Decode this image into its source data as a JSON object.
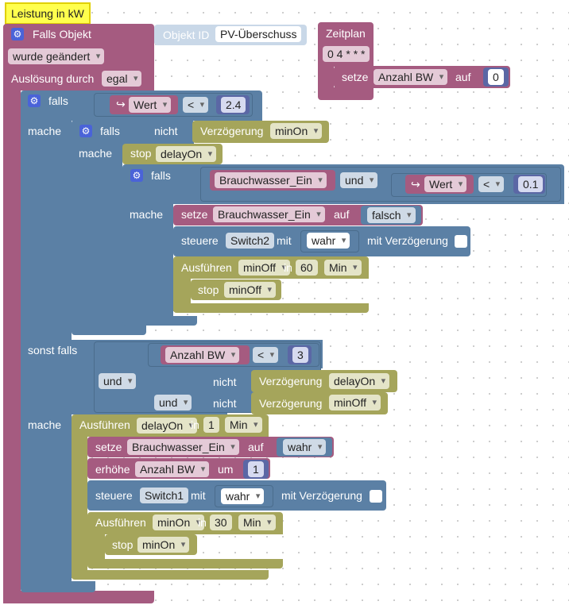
{
  "comment": "Leistung in kW",
  "main": {
    "falls_objekt": "Falls Objekt",
    "objekt_id_label": "Objekt ID",
    "objekt_id_value": "PV-Überschuss",
    "wurde_geaendert": "wurde geändert",
    "ausloesung_durch": "Auslösung durch",
    "egal": "egal"
  },
  "zeitplan": {
    "label": "Zeitplan",
    "cron": "0 4 * * *",
    "setze": "setze",
    "var": "Anzahl BW",
    "auf": "auf",
    "value": "0"
  },
  "if1": {
    "falls": "falls",
    "mache": "mache",
    "wert": "Wert",
    "op": "<",
    "value": "2.4",
    "sonst_falls": "sonst falls"
  },
  "inner1": {
    "falls": "falls",
    "nicht": "nicht",
    "verzoegerung": "Verzögerung",
    "timer": "minOn",
    "mache": "mache",
    "stop": "stop",
    "stop_timer": "delayOn"
  },
  "inner2": {
    "falls": "falls",
    "mache": "mache",
    "var": "Brauchwasser_Ein",
    "und": "und",
    "wert": "Wert",
    "op": "<",
    "value": "0.1",
    "setze": "setze",
    "setze_var": "Brauchwasser_Ein",
    "auf": "auf",
    "falsch": "falsch",
    "steuere": "steuere",
    "switch": "Switch2",
    "mit": "mit",
    "wahr": "wahr",
    "mit_verz": "mit Verzögerung",
    "ausfuehren": "Ausführen",
    "timer": "minOff",
    "in": "in",
    "dauer": "60",
    "einheit": "Min",
    "stop": "stop",
    "stop_timer": "minOff"
  },
  "elseif": {
    "var": "Anzahl BW",
    "op": "<",
    "value": "3",
    "und1": "und",
    "und2": "und",
    "nicht1": "nicht",
    "nicht2": "nicht",
    "verz1": "Verzögerung",
    "timer1": "delayOn",
    "verz2": "Verzögerung",
    "timer2": "minOff",
    "mache": "mache",
    "ausfuehren": "Ausführen",
    "a_timer": "delayOn",
    "in": "in",
    "dauer": "1",
    "einheit": "Min",
    "setze": "setze",
    "setze_var": "Brauchwasser_Ein",
    "auf": "auf",
    "wahr": "wahr",
    "erhoehe": "erhöhe",
    "erhoehe_var": "Anzahl BW",
    "um": "um",
    "um_value": "1",
    "steuere": "steuere",
    "switch": "Switch1",
    "mit": "mit",
    "wahr2": "wahr",
    "mit_verz": "mit Verzögerung",
    "ausfuehren2": "Ausführen",
    "timer2b": "minOn",
    "in2": "in",
    "dauer2": "30",
    "einheit2": "Min",
    "stop": "stop",
    "stop_timer": "minOn"
  },
  "colors": {
    "event": "#a55b80",
    "logic": "#5b80a5",
    "timer": "#a5a55b",
    "number": "#5b67a5",
    "comment": "#ffff4d"
  }
}
